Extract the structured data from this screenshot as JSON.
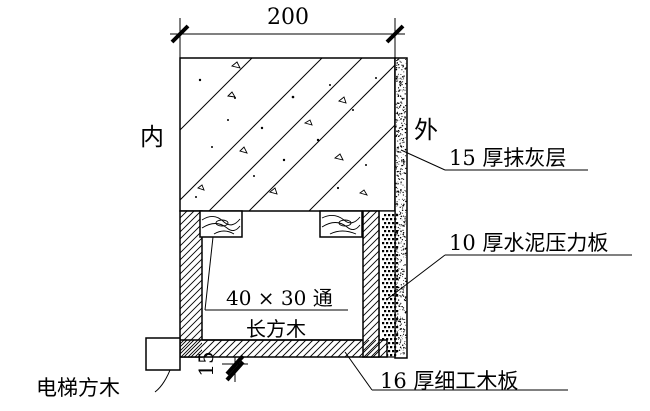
{
  "dimensions": {
    "width_label": "200",
    "thickness_label": "15"
  },
  "labels": {
    "inside": "内",
    "outside": "外",
    "plaster": "15 厚抹灰层",
    "cement_board": "10 厚水泥压力板",
    "timber_line1": "40 × 30 通",
    "timber_line2": "长方木",
    "blockboard": "16 厚细工木板",
    "elevator_timber": "电梯方木"
  },
  "colors": {
    "line": "#000000",
    "background": "#ffffff"
  }
}
